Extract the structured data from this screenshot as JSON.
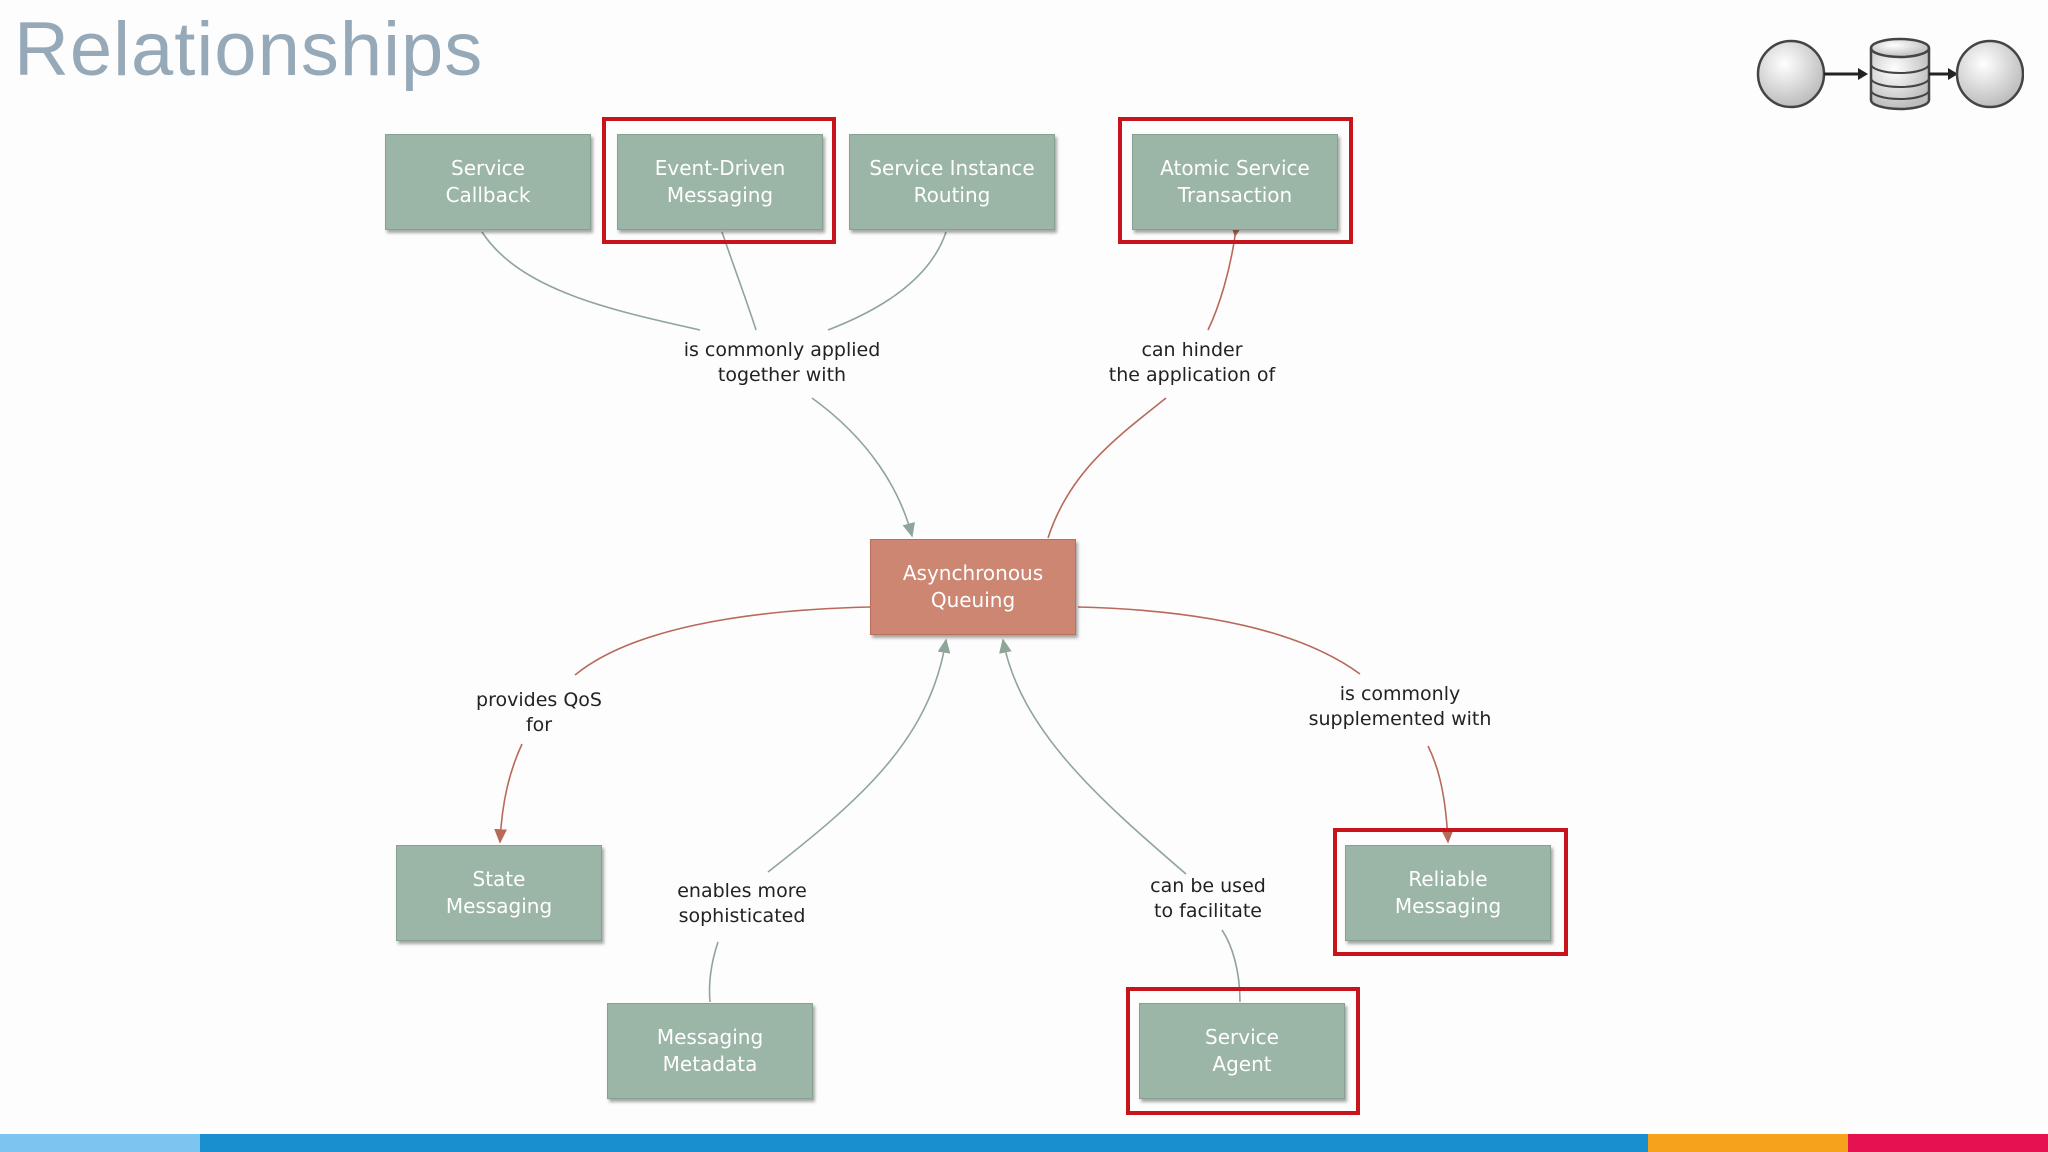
{
  "page": {
    "title": "Relationships"
  },
  "nodes": {
    "service_callback": "Service\nCallback",
    "event_driven_messaging": "Event-Driven\nMessaging",
    "service_instance_routing": "Service Instance\nRouting",
    "atomic_service_transaction": "Atomic Service\nTransaction",
    "asynchronous_queuing": "Asynchronous\nQueuing",
    "state_messaging": "State\nMessaging",
    "reliable_messaging": "Reliable\nMessaging",
    "messaging_metadata": "Messaging\nMetadata",
    "service_agent": "Service\nAgent"
  },
  "relations": {
    "applied_together": "is commonly applied\ntogether with",
    "can_hinder": "can hinder\nthe application of",
    "provides_qos": "provides QoS\nfor",
    "supplemented": "is commonly\nsupplemented with",
    "enables": "enables more\nsophisticated",
    "facilitate": "can be used\nto facilitate"
  },
  "colors": {
    "title": "#96a9b8",
    "node_fill": "#9bb5a6",
    "center_fill": "#cc8672",
    "highlight": "#c8141c",
    "edge_gray": "#8fa59a",
    "edge_red": "#b86a5a",
    "footer": [
      "#7dc4f0",
      "#1a8fd0",
      "#f7a21d",
      "#e5124f"
    ]
  },
  "icons": {
    "logo": "service-datastore-service-icon"
  }
}
